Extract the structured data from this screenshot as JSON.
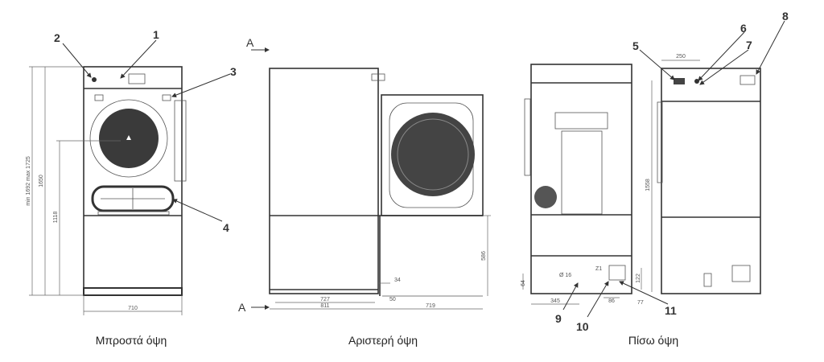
{
  "captions": {
    "front": "Μπροστά όψη",
    "left": "Αριστερή όψη",
    "back": "Πίσω όψη"
  },
  "callouts": [
    "1",
    "2",
    "3",
    "4",
    "5",
    "6",
    "7",
    "8",
    "9",
    "10",
    "11"
  ],
  "section_marker": "A",
  "dimensions": {
    "front": {
      "total_height": "min 1692 max 1725",
      "height": "1650",
      "door_center_height": "1118",
      "width": "710"
    },
    "left": {
      "depth_feet": "727",
      "depth": "811",
      "door_open": "719",
      "base_height": "586",
      "door_gap": "34",
      "door_offset": "50"
    },
    "back": {
      "outlet_width": "250",
      "outlet_height": "1558",
      "drain_height": "64",
      "drain_diameter": "Ø 16",
      "drain_offset": "345",
      "connection_width": "86",
      "connection_offset": "77",
      "connection_height": "122",
      "marker": "Z1"
    }
  }
}
